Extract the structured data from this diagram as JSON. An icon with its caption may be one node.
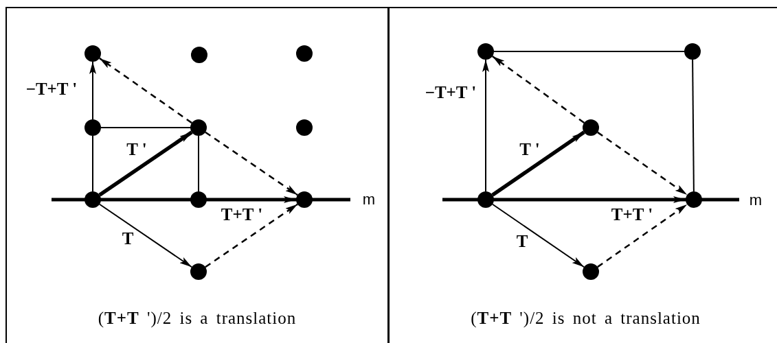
{
  "diagram": {
    "nodes": [
      {
        "text": [
          "(**T+T** ')/2 is a translation"
        ]
      },
      {
        "text": [],
        "shape": "circle",
        "in": 0
      },
      {
        "text": [],
        "shape": "circle",
        "in": 0
      },
      {
        "text": [],
        "shape": "circle",
        "in": 0
      },
      {
        "text": [],
        "shape": "circle",
        "in": 0
      },
      {
        "text": [],
        "shape": "circle",
        "in": 0
      },
      {
        "text": [],
        "shape": "circle",
        "in": 0
      },
      {
        "text": [],
        "shape": "circle",
        "in": 0
      },
      {
        "text": [],
        "shape": "circle",
        "in": 0
      },
      {
        "text": [],
        "shape": "circle",
        "in": 0
      },
      {
        "text": [],
        "shape": "circle",
        "in": 0
      },
      {
        "text": [
          "(**T+T** ')/2 is not a translation"
        ]
      },
      {
        "text": [],
        "shape": "circle",
        "in": 11
      },
      {
        "text": [],
        "shape": "circle",
        "in": 11
      },
      {
        "text": [],
        "shape": "circle",
        "in": 11
      },
      {
        "text": [],
        "shape": "circle",
        "in": 11
      },
      {
        "text": [],
        "shape": "circle",
        "in": 11
      },
      {
        "text": [],
        "shape": "circle",
        "in": 11
      }
    ],
    "edges": [
      {
        "from": 7,
        "to": 4,
        "arrow": "none"
      },
      {
        "from": 4,
        "to": 1,
        "arrow": "to",
        "label": "−T+T '"
      },
      {
        "from": 7,
        "to": 5,
        "arrow": "to",
        "label": "T '",
        "style": "thick"
      },
      {
        "from": 7,
        "to": 8,
        "arrow": "none"
      },
      {
        "from": 8,
        "to": 9,
        "arrow": "to",
        "label": "T+T '"
      },
      {
        "from": 7,
        "to": 10,
        "arrow": "to",
        "label": "T"
      },
      {
        "from": 5,
        "to": 1,
        "arrow": "to",
        "style": "dashed"
      },
      {
        "from": 5,
        "to": 9,
        "arrow": "to",
        "style": "dashed"
      },
      {
        "from": 10,
        "to": 9,
        "arrow": "to",
        "style": "dashed"
      },
      {
        "from": 4,
        "to": 5,
        "arrow": "none"
      },
      {
        "from": 5,
        "to": 8,
        "arrow": "none"
      },
      {
        "from": 15,
        "to": 12,
        "arrow": "to",
        "label": "−T+T '"
      },
      {
        "from": 15,
        "to": 14,
        "arrow": "to",
        "label": "T '",
        "style": "thick"
      },
      {
        "from": 15,
        "to": 16,
        "arrow": "to",
        "label": "T+T '"
      },
      {
        "from": 15,
        "to": 17,
        "arrow": "to",
        "label": "T"
      },
      {
        "from": 14,
        "to": 12,
        "arrow": "to",
        "style": "dashed"
      },
      {
        "from": 14,
        "to": 16,
        "arrow": "to",
        "style": "dashed"
      },
      {
        "from": 17,
        "to": 16,
        "arrow": "to",
        "style": "dashed"
      },
      {
        "from": 12,
        "to": 13,
        "arrow": "none"
      },
      {
        "from": 13,
        "to": 16,
        "arrow": "none"
      }
    ],
    "labels": [
      "m",
      "m"
    ]
  }
}
